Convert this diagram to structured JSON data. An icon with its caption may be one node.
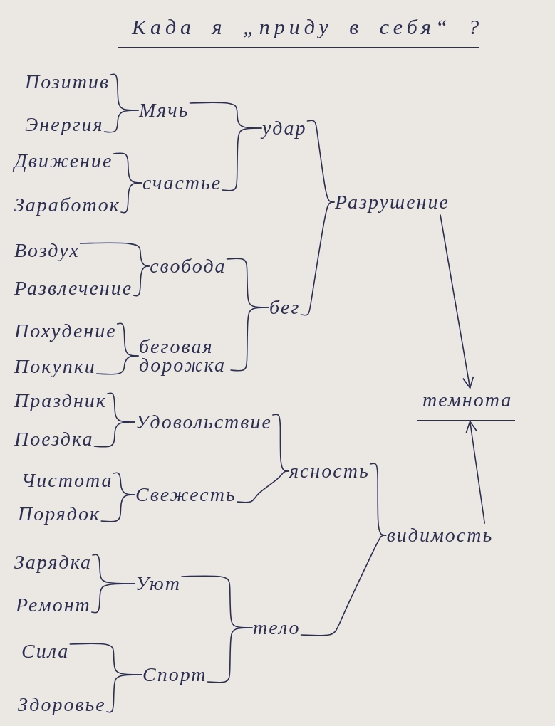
{
  "diagram": {
    "title": "Када я „приду в себя“ ?",
    "nodes": [
      {
        "text": [
          "Позитив"
        ]
      },
      {
        "text": [
          "Энергия"
        ]
      },
      {
        "text": [
          "Мячь"
        ]
      },
      {
        "text": [
          "Движение"
        ]
      },
      {
        "text": [
          "Заработок"
        ]
      },
      {
        "text": [
          "счастье"
        ]
      },
      {
        "text": [
          "удар"
        ]
      },
      {
        "text": [
          "Разрушение"
        ]
      },
      {
        "text": [
          "Воздух"
        ]
      },
      {
        "text": [
          "Развлечение"
        ]
      },
      {
        "text": [
          "свобода"
        ]
      },
      {
        "text": [
          "бег"
        ]
      },
      {
        "text": [
          "Похудение"
        ]
      },
      {
        "text": [
          "Покупки"
        ]
      },
      {
        "text": [
          "беговая дорожка"
        ]
      },
      {
        "text": [
          "Праздник"
        ]
      },
      {
        "text": [
          "Поездка"
        ]
      },
      {
        "text": [
          "Удовольствие"
        ]
      },
      {
        "text": [
          "темнота"
        ]
      },
      {
        "text": [
          "Чистота"
        ]
      },
      {
        "text": [
          "Порядок"
        ]
      },
      {
        "text": [
          "Свежесть"
        ]
      },
      {
        "text": [
          "ясность"
        ]
      },
      {
        "text": [
          "видимость"
        ]
      },
      {
        "text": [
          "Зарядка"
        ]
      },
      {
        "text": [
          "Ремонт"
        ]
      },
      {
        "text": [
          "Уют"
        ]
      },
      {
        "text": [
          "тело"
        ]
      },
      {
        "text": [
          "Сила"
        ]
      },
      {
        "text": [
          "Здоровье"
        ]
      },
      {
        "text": [
          "Спорт"
        ]
      }
    ],
    "edges": [
      {
        "from": 0,
        "to": 2,
        "arrow": "none"
      },
      {
        "from": 1,
        "to": 2,
        "arrow": "none"
      },
      {
        "from": 3,
        "to": 5,
        "arrow": "none"
      },
      {
        "from": 4,
        "to": 5,
        "arrow": "none"
      },
      {
        "from": 2,
        "to": 6,
        "arrow": "none"
      },
      {
        "from": 5,
        "to": 6,
        "arrow": "none"
      },
      {
        "from": 8,
        "to": 10,
        "arrow": "none"
      },
      {
        "from": 9,
        "to": 10,
        "arrow": "none"
      },
      {
        "from": 12,
        "to": 14,
        "arrow": "none"
      },
      {
        "from": 13,
        "to": 14,
        "arrow": "none"
      },
      {
        "from": 10,
        "to": 11,
        "arrow": "none"
      },
      {
        "from": 14,
        "to": 11,
        "arrow": "none"
      },
      {
        "from": 6,
        "to": 7,
        "arrow": "none"
      },
      {
        "from": 11,
        "to": 7,
        "arrow": "none"
      },
      {
        "from": 15,
        "to": 17,
        "arrow": "none"
      },
      {
        "from": 16,
        "to": 17,
        "arrow": "none"
      },
      {
        "from": 19,
        "to": 21,
        "arrow": "none"
      },
      {
        "from": 20,
        "to": 21,
        "arrow": "none"
      },
      {
        "from": 17,
        "to": 22,
        "arrow": "none"
      },
      {
        "from": 21,
        "to": 22,
        "arrow": "none"
      },
      {
        "from": 24,
        "to": 26,
        "arrow": "none"
      },
      {
        "from": 25,
        "to": 26,
        "arrow": "none"
      },
      {
        "from": 28,
        "to": 30,
        "arrow": "none"
      },
      {
        "from": 29,
        "to": 30,
        "arrow": "none"
      },
      {
        "from": 26,
        "to": 27,
        "arrow": "none"
      },
      {
        "from": 30,
        "to": 27,
        "arrow": "none"
      },
      {
        "from": 22,
        "to": 23,
        "arrow": "none"
      },
      {
        "from": 27,
        "to": 23,
        "arrow": "none"
      },
      {
        "from": 7,
        "to": 18,
        "arrow": "to"
      },
      {
        "from": 23,
        "to": 18,
        "arrow": "to"
      }
    ]
  }
}
